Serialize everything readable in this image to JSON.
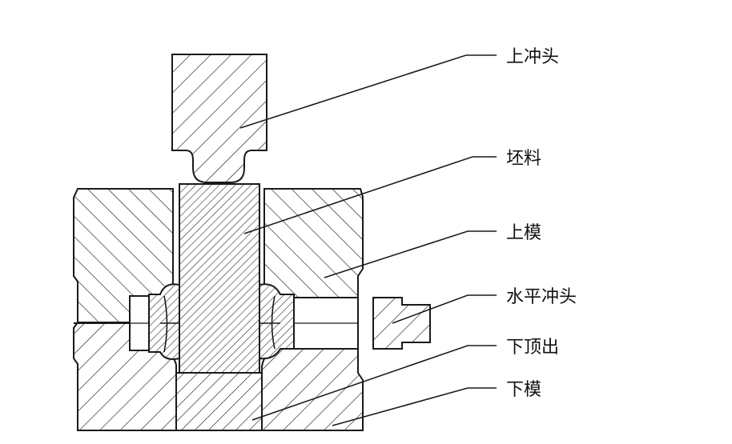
{
  "labels": {
    "upper_punch": "上冲头",
    "billet": "坯料",
    "upper_die": "上模",
    "horizontal_punch": "水平冲头",
    "lower_ejector": "下顶出",
    "lower_die": "下模"
  },
  "colors": {
    "line": "#1a1a1a",
    "background": "#ffffff"
  }
}
